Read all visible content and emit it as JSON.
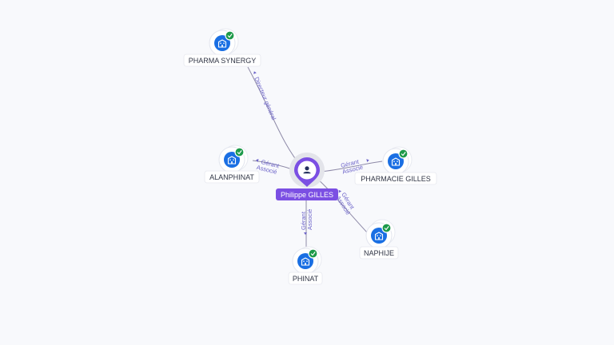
{
  "person": {
    "name": "Philippe GILLES"
  },
  "companies": [
    {
      "id": "pharma-synergy",
      "name": "PHARMA SYNERGY",
      "role_lines": [
        "Directeur général"
      ]
    },
    {
      "id": "alanphinat",
      "name": "ALANPHINAT",
      "role_lines": [
        "Gérant",
        "Associé"
      ]
    },
    {
      "id": "pharmacie-gilles",
      "name": "PHARMACIE GILLES",
      "role_lines": [
        "Gérant",
        "Associé"
      ]
    },
    {
      "id": "naphije",
      "name": "NAPHIJE",
      "role_lines": [
        "Gérant",
        "Associé"
      ]
    },
    {
      "id": "phinat",
      "name": "PHINAT",
      "role_lines": [
        "Gérant",
        "Associé"
      ]
    }
  ],
  "icons": {
    "company": "building-icon",
    "verified": "check-badge-icon",
    "person": "person-icon"
  },
  "colors": {
    "company": "#1a6fe3",
    "verified": "#1e9a4a",
    "person": "#7b4fe3",
    "edge_label": "#6c63c9"
  }
}
